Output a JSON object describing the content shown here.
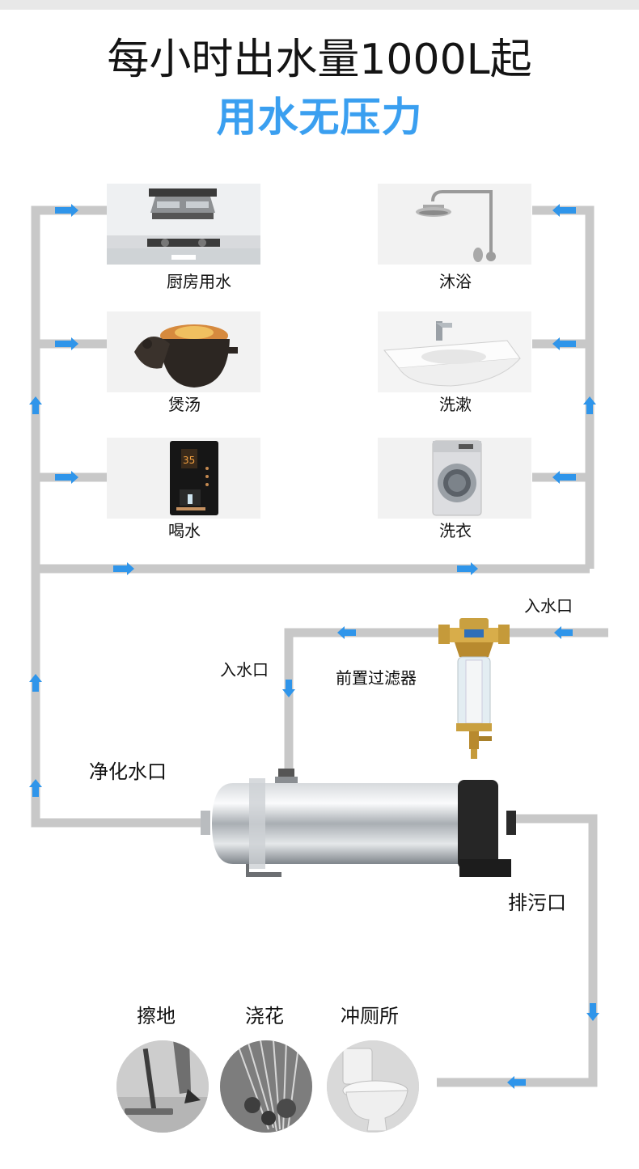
{
  "header": {
    "title": "每小时出水量1000L起",
    "subtitle": "用水无压力"
  },
  "uses": {
    "kitchen": "厨房用水",
    "shower": "沐浴",
    "soup": "煲汤",
    "wash": "洗漱",
    "drink": "喝水",
    "laundry": "洗衣"
  },
  "labels": {
    "inlet_right": "入水口",
    "inlet_left": "入水口",
    "prefilter": "前置过滤器",
    "purified_outlet": "净化水口",
    "drain": "排污口"
  },
  "reuse": {
    "mop": "擦地",
    "water_flowers": "浇花",
    "flush_toilet": "冲厕所"
  },
  "colors": {
    "pipe": "#c8c8c8",
    "flow_arrow": "#2f95ea",
    "subtitle": "#3a9ff0"
  }
}
